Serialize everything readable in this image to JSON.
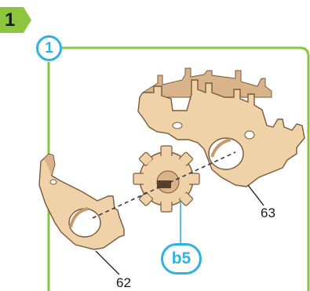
{
  "step": {
    "number": "1",
    "badge_color": "#8cc63f"
  },
  "substep": {
    "number": "1",
    "color": "#2fb2dd"
  },
  "panel": {
    "border_color": "#8cc63f"
  },
  "parts": {
    "gear_label": "b5",
    "bracket_large_label": "63",
    "bracket_small_label": "62",
    "wood_color": "#f0d2a8"
  }
}
